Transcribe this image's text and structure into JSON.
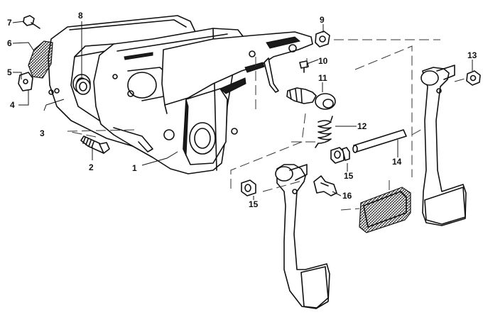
{
  "diagram": {
    "callouts": [
      {
        "id": "1",
        "text": "1"
      },
      {
        "id": "2",
        "text": "2"
      },
      {
        "id": "3",
        "text": "3"
      },
      {
        "id": "4",
        "text": "4"
      },
      {
        "id": "5",
        "text": "5"
      },
      {
        "id": "6",
        "text": "6"
      },
      {
        "id": "7",
        "text": "7"
      },
      {
        "id": "8",
        "text": "8"
      },
      {
        "id": "9",
        "text": "9"
      },
      {
        "id": "10",
        "text": "10"
      },
      {
        "id": "11",
        "text": "11"
      },
      {
        "id": "12",
        "text": "12"
      },
      {
        "id": "13",
        "text": "13"
      },
      {
        "id": "14",
        "text": "14"
      },
      {
        "id": "15a",
        "text": "15"
      },
      {
        "id": "15b",
        "text": "15"
      },
      {
        "id": "16",
        "text": "16"
      }
    ]
  }
}
